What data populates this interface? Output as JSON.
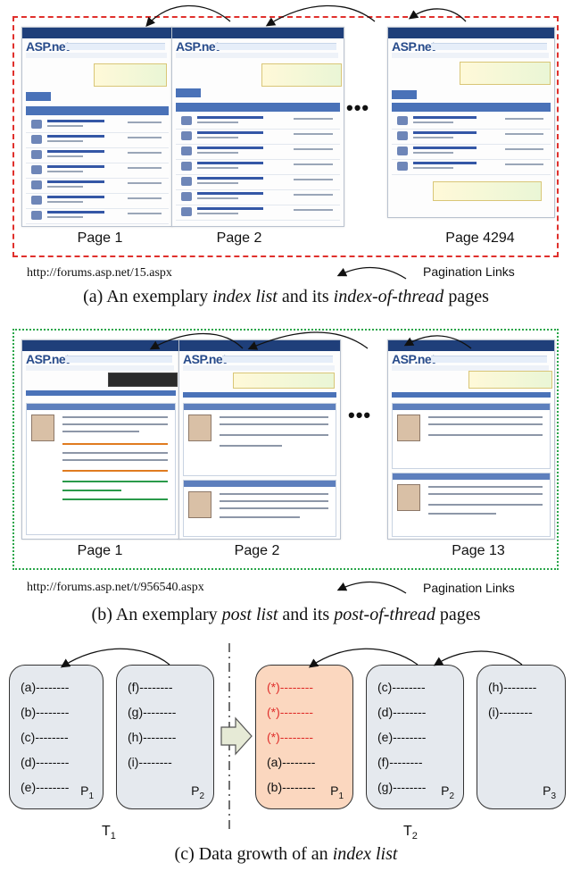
{
  "panel_a": {
    "page_labels": [
      "Page 1",
      "Page 2",
      "Page 4294"
    ],
    "ellipsis": "•••",
    "url": "http://forums.asp.net/15.aspx",
    "pagination_label": "Pagination Links",
    "caption_prefix": "(a) An exemplary ",
    "caption_em1": "index list",
    "caption_mid": " and its ",
    "caption_em2": "index-of-thread",
    "caption_suffix": " pages"
  },
  "panel_b": {
    "page_labels": [
      "Page 1",
      "Page 2",
      "Page 13"
    ],
    "ellipsis": "•••",
    "url": "http://forums.asp.net/t/956540.aspx",
    "pagination_label": "Pagination Links",
    "caption_prefix": "(b) An exemplary ",
    "caption_em1": "post list",
    "caption_mid": " and its ",
    "caption_em2": "post-of-thread",
    "caption_suffix": " pages"
  },
  "panel_c": {
    "t1_label": "T",
    "t1_sub": "1",
    "t2_label": "T",
    "t2_sub": "2",
    "page_prefix": "P",
    "t1_pages": [
      {
        "items": [
          "(a)--------",
          "(b)--------",
          "(c)--------",
          "(d)--------",
          "(e)--------"
        ],
        "sub": "1"
      },
      {
        "items": [
          "(f)--------",
          "(g)--------",
          "(h)--------",
          "(i)--------"
        ],
        "sub": "2"
      }
    ],
    "t2_pages": [
      {
        "items": [
          "(*)--------",
          "(*)--------",
          "(*)--------",
          "(a)--------",
          "(b)--------"
        ],
        "sub": "1"
      },
      {
        "items": [
          "(c)--------",
          "(d)--------",
          "(e)--------",
          "(f)--------",
          "(g)--------"
        ],
        "sub": "2"
      },
      {
        "items": [
          "(h)--------",
          "(i)--------"
        ],
        "sub": "3"
      }
    ],
    "caption_prefix": "(c) Data growth of an ",
    "caption_em": "index list"
  },
  "screenshot_logo": "ASP.net",
  "colors": {
    "red": "#e0302c",
    "green": "#2aa64a",
    "highlight": "#fbd7bf",
    "box": "#e5e9ee"
  }
}
